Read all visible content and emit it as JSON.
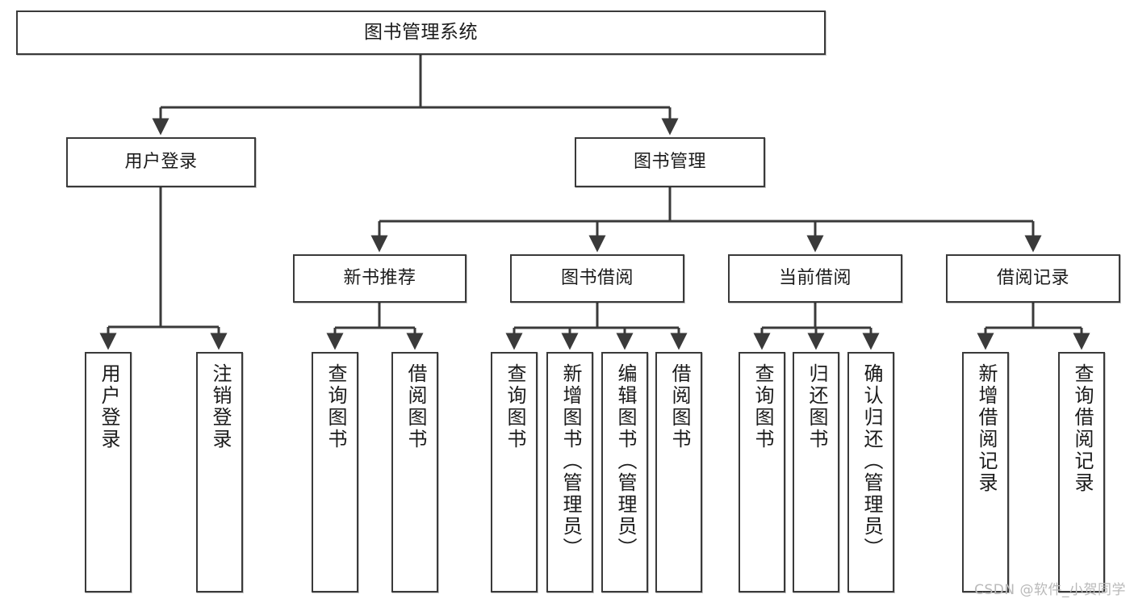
{
  "diagram": {
    "title": "图书管理系统",
    "type": "tree-hierarchy-chart",
    "root": {
      "id": "root",
      "label": "图书管理系统"
    },
    "level2": [
      {
        "id": "user-login",
        "label": "用户登录"
      },
      {
        "id": "book-manage",
        "label": "图书管理"
      }
    ],
    "level3": [
      {
        "id": "new-book-recommend",
        "label": "新书推荐"
      },
      {
        "id": "book-borrow",
        "label": "图书借阅"
      },
      {
        "id": "current-borrow",
        "label": "当前借阅"
      },
      {
        "id": "borrow-record",
        "label": "借阅记录"
      }
    ],
    "leaves": {
      "user_login": [
        {
          "id": "leaf-user-login",
          "label": "用户登录"
        },
        {
          "id": "leaf-logout-login",
          "label": "注销登录"
        }
      ],
      "new_book_recommend": [
        {
          "id": "leaf-query-book-1",
          "label": "查询图书"
        },
        {
          "id": "leaf-borrow-book-1",
          "label": "借阅图书"
        }
      ],
      "book_borrow": [
        {
          "id": "leaf-query-book-2",
          "label": "查询图书"
        },
        {
          "id": "leaf-add-book",
          "label": "新增图书（管理员）"
        },
        {
          "id": "leaf-edit-book",
          "label": "编辑图书（管理员）"
        },
        {
          "id": "leaf-borrow-book-2",
          "label": "借阅图书"
        }
      ],
      "current_borrow": [
        {
          "id": "leaf-query-book-3",
          "label": "查询图书"
        },
        {
          "id": "leaf-return-book",
          "label": "归还图书"
        },
        {
          "id": "leaf-confirm-return",
          "label": "确认归还（管理员）"
        }
      ],
      "borrow_record": [
        {
          "id": "leaf-add-borrow-record",
          "label": "新增借阅记录"
        },
        {
          "id": "leaf-query-borrow-record",
          "label": "查询借阅记录"
        }
      ]
    }
  },
  "watermark": "CSDN @软件_小贺同学",
  "colors": {
    "border": "#3a3a3a",
    "text": "#1b1b1b",
    "background": "#ffffff",
    "watermark": "#b9b9b9"
  }
}
